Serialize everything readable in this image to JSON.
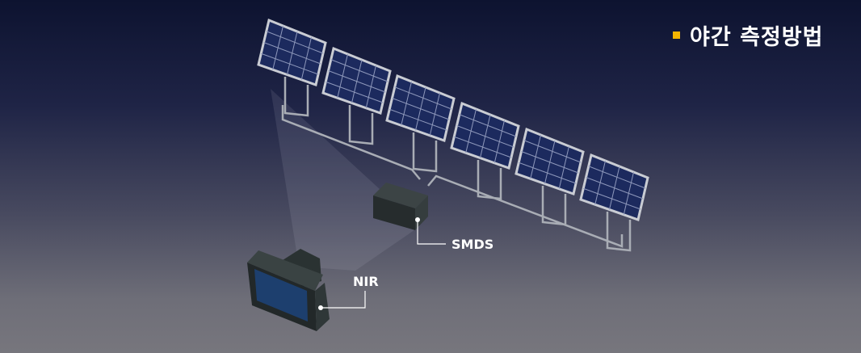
{
  "title": "야간 측정방법",
  "colors": {
    "accent": "#f4b400",
    "panel": "#1c2a5e",
    "device": "#2f3637"
  },
  "labels": {
    "smds": "SMDS",
    "nir": "NIR"
  },
  "panel_count": 6
}
